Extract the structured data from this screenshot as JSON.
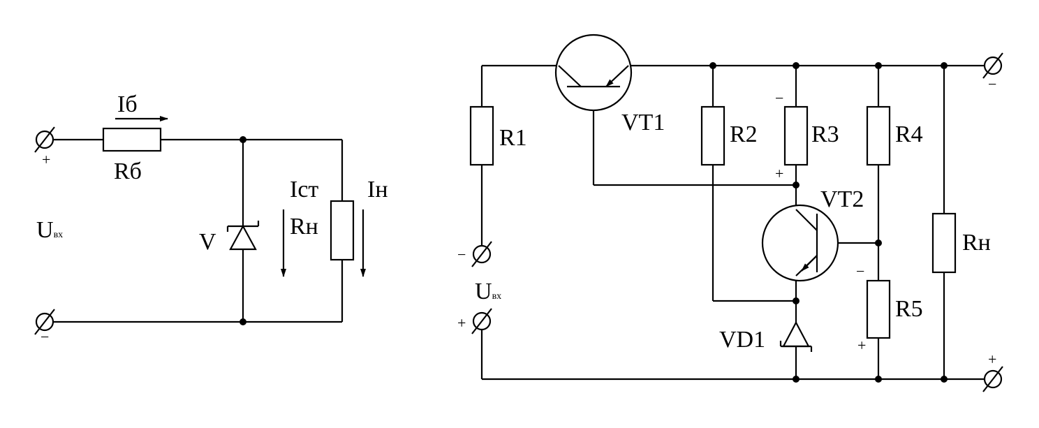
{
  "left_circuit": {
    "current_ib": "Iб",
    "resistor_rb": "Rб",
    "input_voltage_main": "U",
    "input_voltage_sub": "вх",
    "zener": "V",
    "current_ist": "Iст",
    "resistor_rn": "Rн",
    "current_in": "Iн",
    "plus": "+",
    "minus": "−"
  },
  "right_circuit": {
    "r1": "R1",
    "vt1": "VT1",
    "r2": "R2",
    "r3": "R3",
    "r4": "R4",
    "vt2": "VT2",
    "rn": "Rн",
    "r5": "R5",
    "vd1": "VD1",
    "input_voltage_main": "U",
    "input_voltage_sub": "вх",
    "plus": "+",
    "minus": "−"
  }
}
